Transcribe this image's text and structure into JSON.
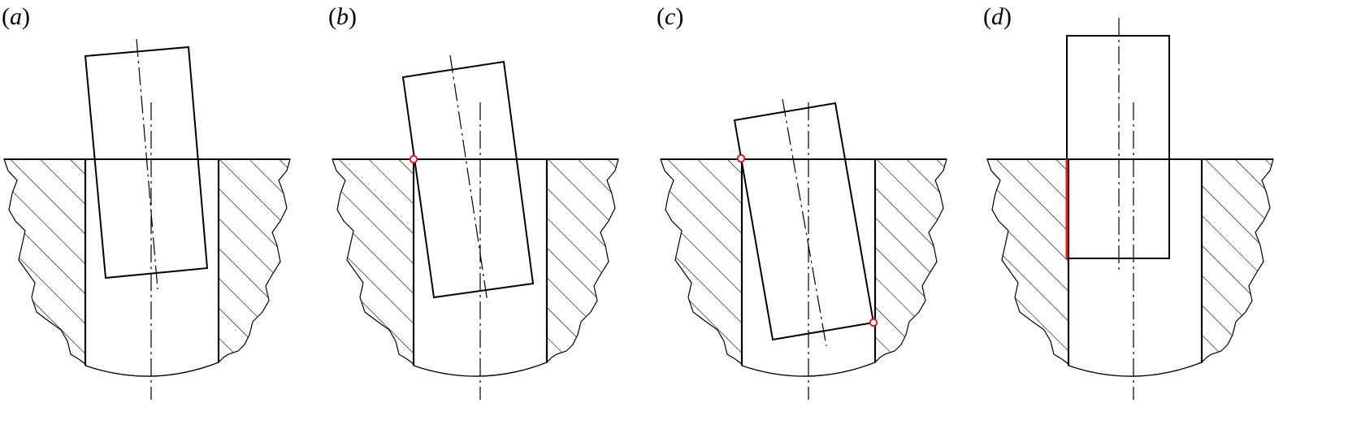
{
  "figure": {
    "panels": [
      {
        "label_open": "(",
        "label_letter": "a",
        "label_close": ")"
      },
      {
        "label_open": "(",
        "label_letter": "b",
        "label_close": ")"
      },
      {
        "label_open": "(",
        "label_letter": "c",
        "label_close": ")"
      },
      {
        "label_open": "(",
        "label_letter": "d",
        "label_close": ")"
      }
    ]
  },
  "colors": {
    "line": "#000000",
    "contact_point": "#e8161c",
    "contact_edge": "#e8161c",
    "background": "#ffffff"
  }
}
